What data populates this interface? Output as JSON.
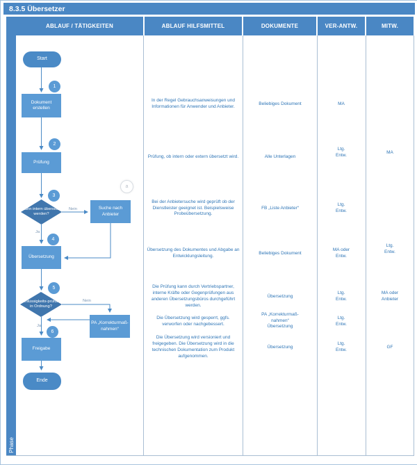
{
  "title": "8.3.5 Übersetzer",
  "phase_label": "Phase",
  "headers": [
    "ABLAUF / TÄTIGKEITEN",
    "ABLAUF HILFSMITTEL",
    "DOKUMENTE",
    "VER-ANTW.",
    "MITW."
  ],
  "colors": {
    "accent": "#4a87c4",
    "node_fill": "#5b9bd5",
    "node_dark": "#4a8ac6",
    "diamond_fill": "#4076ad",
    "text_blue": "#2e75b6",
    "line": "#4a8ac6",
    "grid_line": "#a9bed3"
  },
  "flowchart": {
    "start_label": "Start",
    "end_label": "Ende",
    "step1": {
      "num": "1",
      "label": "Dokument erstellen"
    },
    "step2": {
      "num": "2",
      "label": "Prüfung"
    },
    "decision1": {
      "num": "3",
      "label": "Kann intern übersetzt werden?",
      "yes_label": "Ja",
      "no_label": "Nein"
    },
    "side_step_a": {
      "num": "a",
      "label": "Suche nach Anbieter"
    },
    "step4": {
      "num": "4",
      "label": "Übersetzung"
    },
    "decision2": {
      "num": "5",
      "label": "Schlüssigkeits-prüfung in Ordnung?",
      "yes_label": "Ja",
      "no_label": "Nein"
    },
    "side_step_pa": {
      "label": "PA „Korrekturmaß-nahmen“"
    },
    "step6": {
      "num": "6",
      "label": "Freigabe"
    }
  },
  "rows": [
    {
      "hilfsmittel": "In der Regel Gebrauchsanweisungen und Informationen für Anwender und Anbieter.",
      "dokumente": "Beliebiges Dokument",
      "verantw": "MA",
      "mitw": ""
    },
    {
      "hilfsmittel": "Prüfung, ob intern oder extern übersetzt wird.",
      "dokumente": "Alle Unterlagen",
      "verantw": "Ltg.\nEntw.",
      "mitw": "MA"
    },
    {
      "hilfsmittel": "Bei der Anbietersuche wird geprüft ob der Dienstleister geeignet ist. Beispielsweise Probeübersetzung.",
      "dokumente": "FB „Liste Anbieter“",
      "verantw": "Ltg.\nEntw.",
      "mitw": ""
    },
    {
      "hilfsmittel": "Übersetzung des Dokumentes und Abgabe an Entwicklungsleitung.",
      "dokumente": "Beliebiges Dokument",
      "verantw": "MA oder\nEntw.",
      "mitw": "Ltg.\nEntw."
    },
    {
      "hilfsmittel": "Die Prüfung kann durch Vertriebspartner, interne Kräfte oder Gegenprüfungen aus anderen Übersetzungsbüros durchgeführt werden.",
      "dokumente": "Übersetzung",
      "verantw": "Ltg.\nEntw.",
      "mitw": "MA oder\nAnbieter"
    },
    {
      "hilfsmittel": "Die Übersetzung wird gesperrt, ggfs. verworfen oder nachgebessert.",
      "dokumente": "PA „Korrekturmaß-\nnahmen“\nÜbersetzung",
      "verantw": "Ltg.\nEntw.",
      "mitw": ""
    },
    {
      "hilfsmittel": "Die Übersetzung wird versioniert und freigegeben. Die Übersetzung wird in die technischen Dokumentation zum Produkt aufgenommen.",
      "dokumente": "Übersetzung",
      "verantw": "Ltg.\nEntw.",
      "mitw": "GF"
    }
  ]
}
